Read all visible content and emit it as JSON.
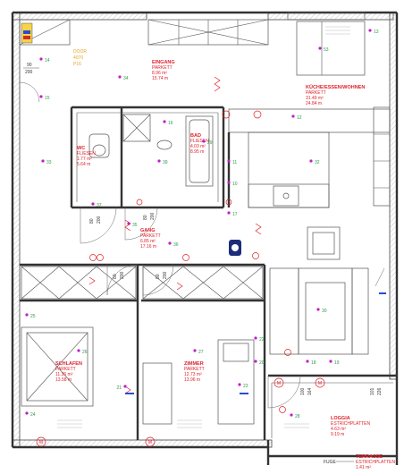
{
  "drawing": {
    "kind": "floor-plan"
  },
  "colors": {
    "room_label": "#e0202a",
    "outlet_marker": "#c21ec6",
    "door_label": "#e8a21e",
    "node": "#2f9a4c",
    "wall": "#333333"
  },
  "rooms": [
    {
      "id": "eingang",
      "lines": [
        "EINGANG",
        "PARKETT",
        "8.96 m²",
        "15.74 m"
      ]
    },
    {
      "id": "kueche",
      "lines": [
        "KÜCHE/ESSEN/WOHNEN",
        "PARKETT",
        "31.49 m²",
        "24.84 m"
      ]
    },
    {
      "id": "wc",
      "lines": [
        "WC",
        "FLIESEN",
        "1.77 m²",
        "5.64 m"
      ]
    },
    {
      "id": "bad",
      "lines": [
        "BAD",
        "FLIESEN",
        "4.03 m²",
        "8.95 m"
      ]
    },
    {
      "id": "gang",
      "lines": [
        "GANG",
        "PARKETT",
        "6.85 m²",
        "17.16 m"
      ]
    },
    {
      "id": "schlafen",
      "lines": [
        "SCHLAFEN",
        "PARKETT",
        "11.36 m²",
        "13.58 m"
      ]
    },
    {
      "id": "zimmer",
      "lines": [
        "ZIMMER",
        "PARKETT",
        "12.73 m²",
        "13.96 m"
      ]
    },
    {
      "id": "loggia",
      "lines": [
        "LOGGIA",
        "ESTRICHPLATTEN",
        "4.63 m²",
        "9.19 m"
      ]
    },
    {
      "id": "terrasse",
      "lines": [
        "TERRASSE",
        "ESTRICHPLATTEN",
        "1.41 m²"
      ]
    }
  ],
  "door_tag": {
    "lines": [
      "DOOR",
      "4070",
      "P16"
    ]
  },
  "dimensions": [
    {
      "id": "entry-door",
      "lines": [
        "90",
        "200"
      ]
    },
    {
      "id": "wc-door",
      "lines": [
        "80",
        "200"
      ]
    },
    {
      "id": "bad-door",
      "lines": [
        "80",
        "200"
      ]
    },
    {
      "id": "schlafen-door",
      "lines": [
        "80",
        "200"
      ]
    },
    {
      "id": "zimmer-door",
      "lines": [
        "80",
        "200"
      ]
    },
    {
      "id": "loggia-door-1",
      "lines": [
        "100",
        "164"
      ]
    },
    {
      "id": "loggia-door-2",
      "lines": [
        "101",
        "226"
      ]
    }
  ],
  "markers": [
    "14",
    "15",
    "34",
    "33",
    "53",
    "13",
    "12",
    "37",
    "16",
    "39",
    "32",
    "29",
    "11",
    "17",
    "10",
    "21",
    "25",
    "24",
    "26",
    "27",
    "30",
    "22",
    "23",
    "20",
    "28",
    "18",
    "19",
    "35",
    "36"
  ],
  "meter_label": "M",
  "fuge_label": "FUGE"
}
